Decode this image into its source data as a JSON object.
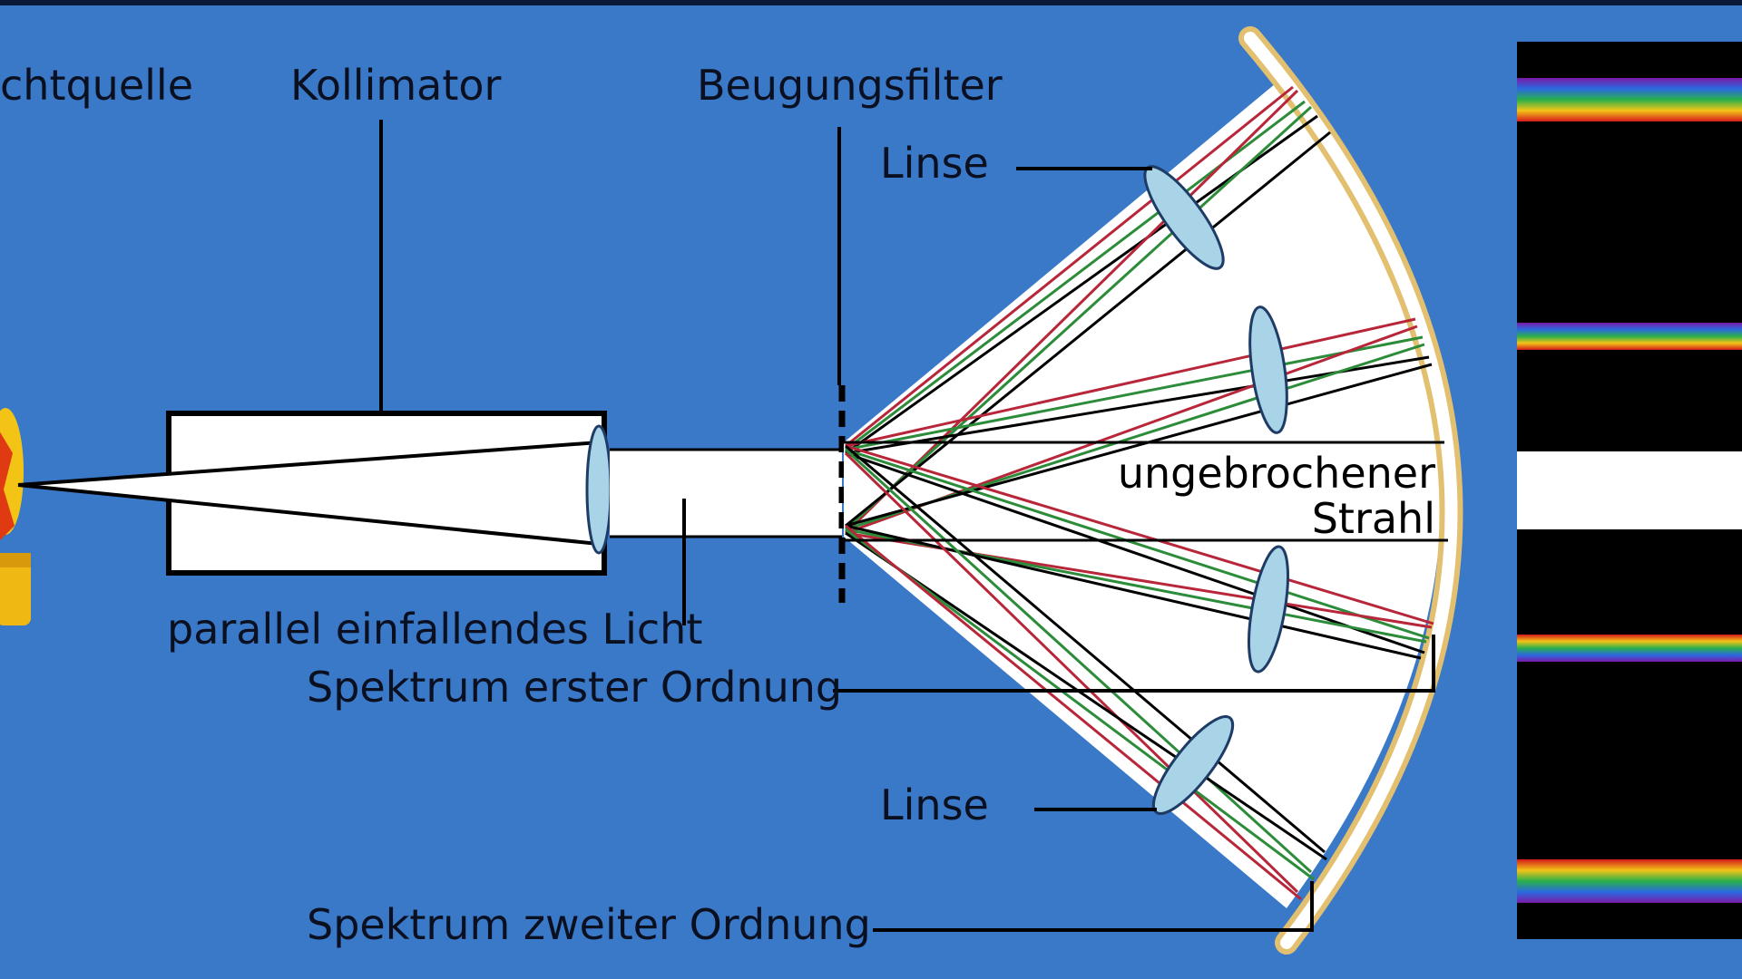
{
  "labels": {
    "light_source": "chtquelle",
    "collimator": "Kollimator",
    "grating": "Beugungsfilter",
    "lens_top": "Linse",
    "lens_bottom": "Linse",
    "parallel_light": "parallel einfallendes Licht",
    "first_order": "Spektrum erster Ordnung",
    "second_order": "Spektrum zweiter Ordnung",
    "undiffracted_line1": "ungebrochener",
    "undiffracted_line2": "Strahl"
  },
  "colors": {
    "background": "#3a78c8",
    "frame_top": "#0c1a3a",
    "beam_white": "#ffffff",
    "lens_fill": "#a9d4e8",
    "screen_rim": "#ffffff",
    "screen_rim_edge": "#e2c070",
    "spectrum_panel": "#000000",
    "source_yellow": "#f3c416"
  },
  "icons": {
    "light_source": "light-bulb-icon"
  }
}
